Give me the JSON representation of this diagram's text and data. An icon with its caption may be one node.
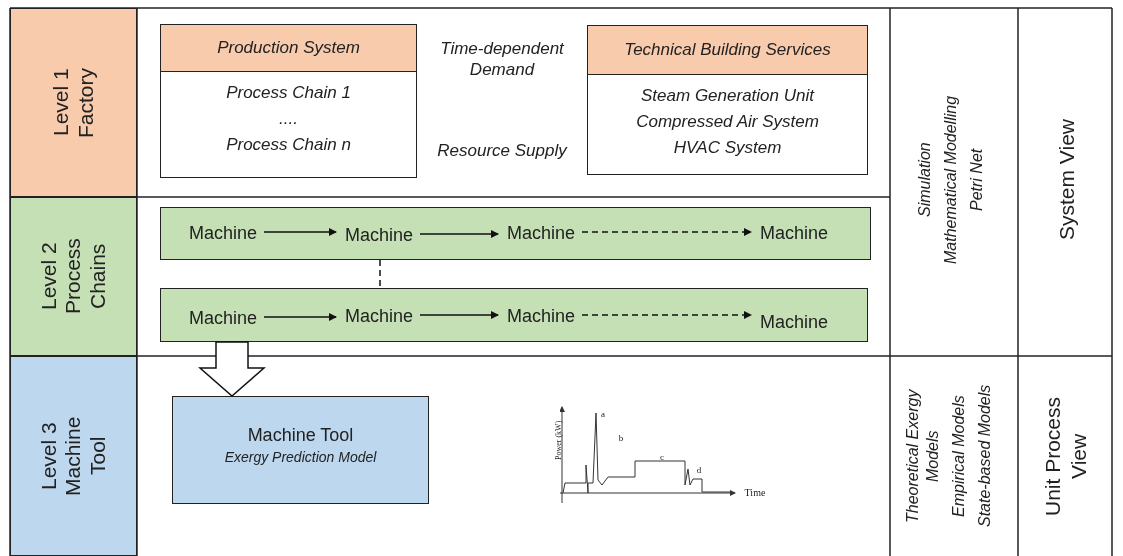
{
  "diagram": {
    "nodes": [
      {
        "text": [
          "Level 1 Factory"
        ]
      },
      {
        "text": [
          "Level 2 Process Chains"
        ]
      },
      {
        "text": [
          "Level 3 Machine Tool"
        ]
      },
      {
        "text": [
          "Production System",
          "Process Chain 1",
          "....",
          "Process Chain n"
        ]
      },
      {
        "text": [
          "Technical Building Services",
          "Steam Generation Unit",
          "Compressed Air System",
          "HVAC System"
        ]
      },
      {
        "text": [],
        "shape": "box"
      },
      {
        "text": [
          "Machine"
        ],
        "in": 5
      },
      {
        "text": [
          "Machine"
        ],
        "in": 5
      },
      {
        "text": [
          "Machine"
        ],
        "in": 5
      },
      {
        "text": [
          "Machine"
        ],
        "in": 5
      },
      {
        "text": [],
        "shape": "box"
      },
      {
        "text": [
          "Machine"
        ],
        "in": 10
      },
      {
        "text": [
          "Machine"
        ],
        "in": 10
      },
      {
        "text": [
          "Machine"
        ],
        "in": 10
      },
      {
        "text": [
          "Machine"
        ],
        "in": 10
      },
      {
        "text": [
          "Machine Tool",
          "Exergy Prediction Model"
        ]
      }
    ],
    "edges": [
      {
        "from": 6,
        "to": 7,
        "arrow": "to"
      },
      {
        "from": 7,
        "to": 8,
        "arrow": "to"
      },
      {
        "from": 8,
        "to": 9,
        "arrow": "to",
        "style": "dashed"
      },
      {
        "from": 5,
        "to": 10,
        "arrow": "none",
        "style": "dashed"
      },
      {
        "from": 11,
        "to": 12,
        "arrow": "to"
      },
      {
        "from": 12,
        "to": 13,
        "arrow": "to"
      },
      {
        "from": 13,
        "to": 14,
        "arrow": "to",
        "style": "dashed"
      },
      {
        "from": 10,
        "to": 15,
        "arrow": "to",
        "style": "thick"
      }
    ],
    "labels": [
      "Time-dependent Demand",
      "Resource Supply",
      "Simulation",
      "Mathematical Modelling",
      "Petri Net",
      "System View",
      "Power (kW)",
      "a",
      "b",
      "c",
      "d",
      "Time",
      "Theoretical Exergy Models",
      "Empirical Models",
      "State-based Models",
      "Unit Process View"
    ]
  }
}
